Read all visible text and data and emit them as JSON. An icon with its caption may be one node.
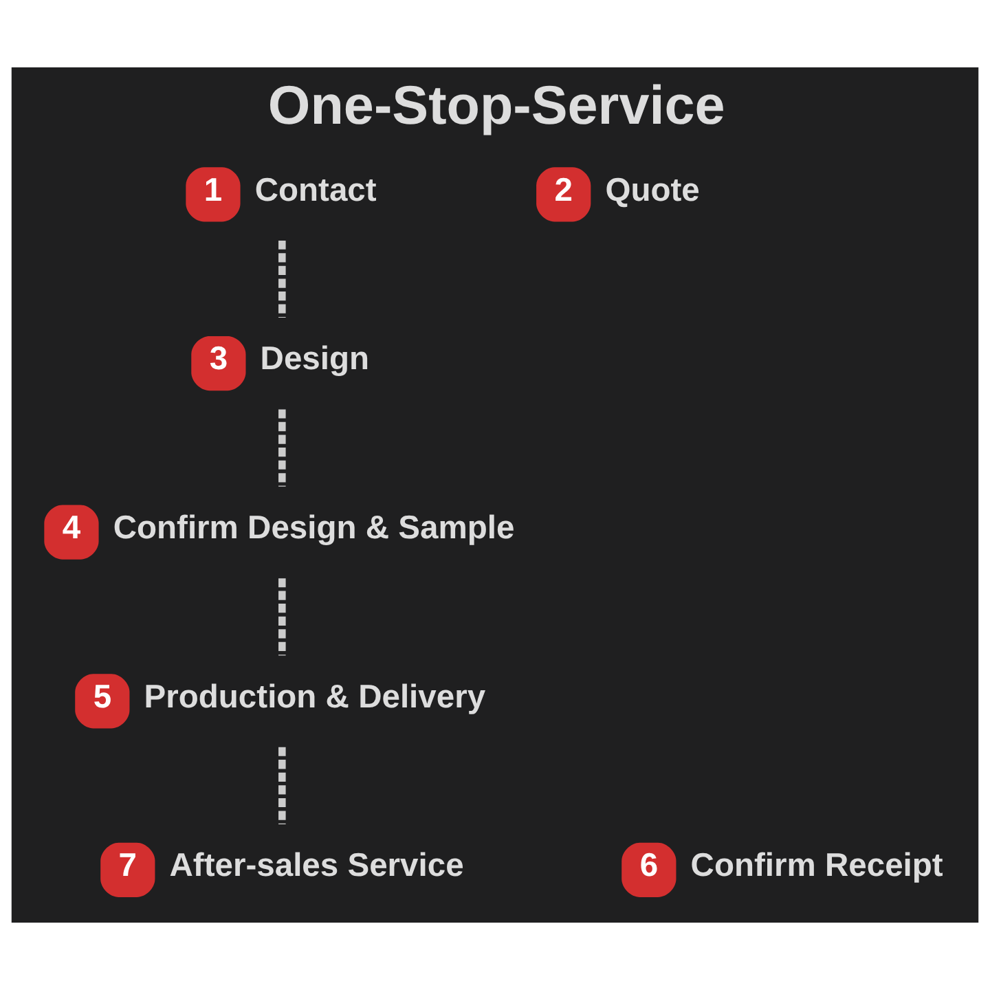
{
  "diagram": {
    "title": "One-Stop-Service",
    "nodes": [
      {
        "text": [
          "1",
          "Contact"
        ]
      },
      {
        "text": [
          "2",
          "Quote"
        ]
      },
      {
        "text": [
          "3",
          "Design"
        ]
      },
      {
        "text": [
          "4",
          "Confirm Design & Sample"
        ]
      },
      {
        "text": [
          "5",
          "Production & Delivery"
        ]
      },
      {
        "text": [
          "6",
          "Confirm Receipt"
        ]
      },
      {
        "text": [
          "7",
          "After-sales Service"
        ]
      }
    ],
    "edges": [
      {
        "from": 0,
        "to": 2,
        "arrow": "none",
        "style": "dashed"
      },
      {
        "from": 2,
        "to": 3,
        "arrow": "none",
        "style": "dashed"
      },
      {
        "from": 3,
        "to": 4,
        "arrow": "none",
        "style": "dashed"
      },
      {
        "from": 4,
        "to": 6,
        "arrow": "none",
        "style": "dashed"
      }
    ]
  }
}
